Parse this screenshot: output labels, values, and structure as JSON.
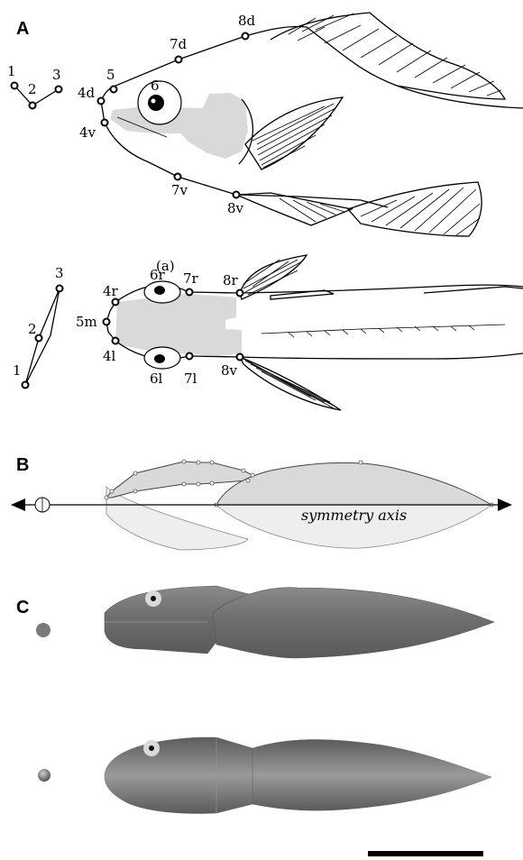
{
  "panels": {
    "a": "A",
    "b": "B",
    "c": "C"
  },
  "panel_a": {
    "lateral_labels": [
      "1",
      "2",
      "3",
      "4d",
      "4v",
      "5",
      "6",
      "7d",
      "7v",
      "8d",
      "8v"
    ],
    "sub_label": "(a)",
    "dorsal_labels": [
      "1",
      "2",
      "3",
      "4r",
      "4l",
      "5m",
      "6r",
      "6l",
      "7r",
      "7l",
      "8r",
      "8v"
    ]
  },
  "panel_b": {
    "axis_label": "symmetry axis"
  },
  "colors": {
    "shading": "#d9d9d9",
    "light_shading": "#eeeeee",
    "model_gray": "#7a7a7a",
    "scale_bar": "#000000"
  }
}
